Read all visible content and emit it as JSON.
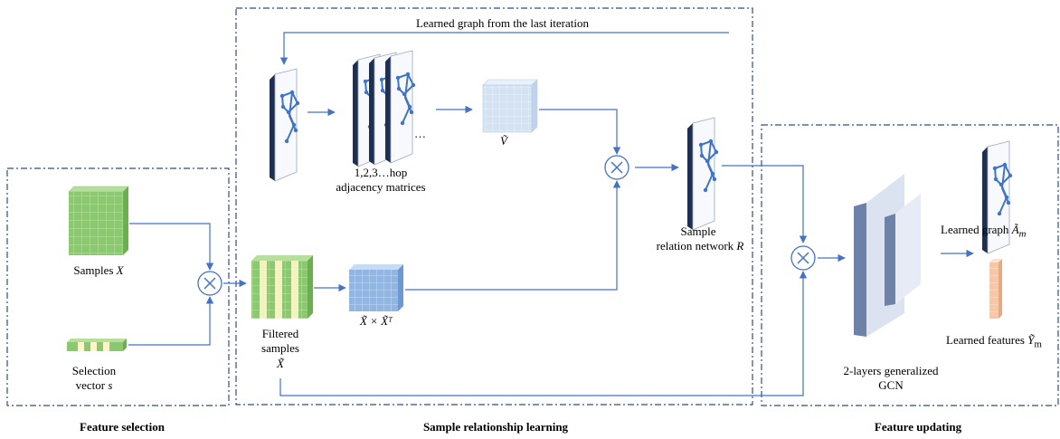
{
  "sections": {
    "feature_selection": "Feature selection",
    "sample_relationship_learning": "Sample relationship learning",
    "feature_updating": "Feature updating"
  },
  "labels": {
    "learned_graph_last_iteration": "Learned graph from the last iteration",
    "hop_line1": "1,2,3…hop",
    "hop_line2": "adjacency matrices",
    "ellipsis": "…",
    "v_tilde": "Ṽ",
    "samples_x_prefix": "Samples ",
    "samples_x_var": "X",
    "selection_line1": "Selection",
    "selection_line2_prefix": "vector ",
    "selection_var": "s",
    "filtered_line1": "Filtered",
    "filtered_line2": "samples",
    "filtered_var": "X̃",
    "xxt": "X̃ × X̃ᵀ",
    "sample_rel_line1": "Sample",
    "sample_rel_line2_prefix": "relation network ",
    "sample_rel_var": "R",
    "gcn_line1": "2-layers generalized",
    "gcn_line2": "GCN",
    "learned_graph_prefix": "Learned graph ",
    "learned_graph_var": "Ã",
    "learned_graph_sub": "m",
    "learned_features_prefix": "Learned features ",
    "learned_features_var": "Ỹ",
    "learned_features_sub": "m",
    "multiply_symbol": "×"
  },
  "colors": {
    "frame": "#2F4F7F",
    "arrow": "#4472C4",
    "graph_node": "#3F74C8",
    "green_grid": "#8CC870",
    "light_blue_grid": "#C9DCEF",
    "blue_grid": "#8FB6E4",
    "yellow_col": "#FFF7C8",
    "peach": "#F7C8A8",
    "gcn_dark": "#6E82A8",
    "gcn_light": "#DCE3F0"
  }
}
